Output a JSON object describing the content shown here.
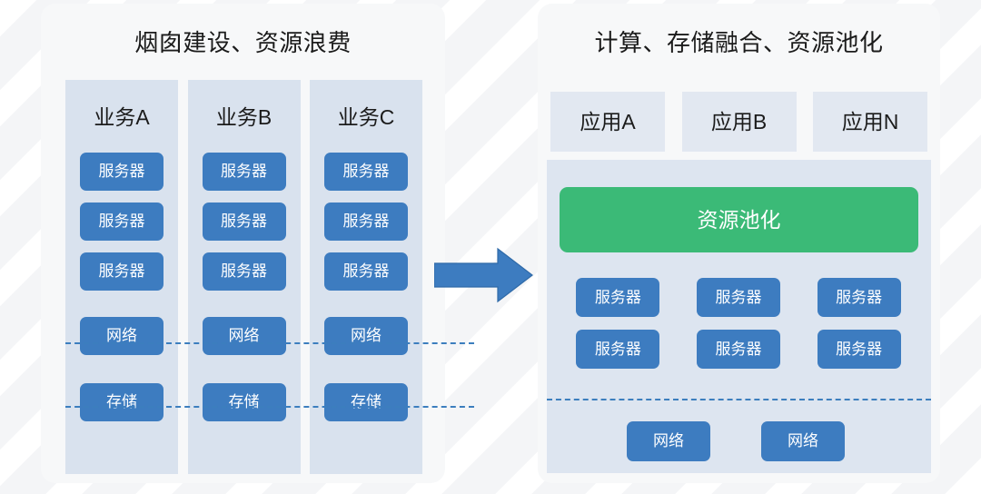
{
  "colors": {
    "page_bg": "#ffffff",
    "panel_bg": "#f7f8f9",
    "column_bg": "#d9e2ee",
    "app_box_bg": "#e2e8f1",
    "right_card_bg": "#dde5f0",
    "chip_blue": "#3d7cc0",
    "pool_green": "#3bba77",
    "dash_blue": "#3c7ebe",
    "arrow_blue": "#3d7cc0",
    "title_text": "#1b1b1b",
    "chip_text": "#ffffff"
  },
  "left_panel": {
    "title": "烟囱建设、资源浪费",
    "columns": [
      {
        "title": "业务A",
        "servers": [
          "服务器",
          "服务器",
          "服务器"
        ],
        "network": "网络",
        "storage": "存储"
      },
      {
        "title": "业务B",
        "servers": [
          "服务器",
          "服务器",
          "服务器"
        ],
        "network": "网络",
        "storage": "存储"
      },
      {
        "title": "业务C",
        "servers": [
          "服务器",
          "服务器",
          "服务器"
        ],
        "network": "网络",
        "storage": "存储"
      }
    ]
  },
  "arrow": {
    "icon": "arrow-right-icon",
    "direction": "right"
  },
  "right_panel": {
    "title": "计算、存储融合、资源池化",
    "apps": [
      "应用A",
      "应用B",
      "应用N"
    ],
    "pool_label": "资源池化",
    "servers": [
      "服务器",
      "服务器",
      "服务器",
      "服务器",
      "服务器",
      "服务器"
    ],
    "networks": [
      "网络",
      "网络"
    ]
  }
}
